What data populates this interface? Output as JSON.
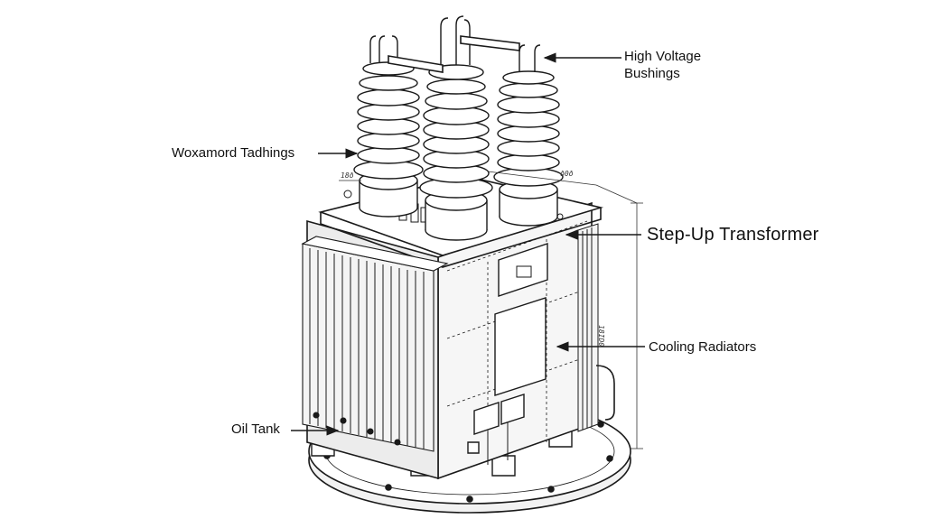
{
  "labels": {
    "high_voltage_bushings_line1": "High Voltage",
    "high_voltage_bushings_line2": "Bushings",
    "woxamord_tadhings": "Woxamord Tadhings",
    "step_up_transformer": "Step-Up Transformer",
    "cooling_radiators": "Cooling Radiators",
    "oil_tank": "Oil Tank"
  },
  "dimension_marks": {
    "left_top": "18ð",
    "right_top": "ð0ð",
    "right_height": "18ID0"
  },
  "colors": {
    "ink": "#1a1a1a",
    "background": "#ffffff"
  }
}
